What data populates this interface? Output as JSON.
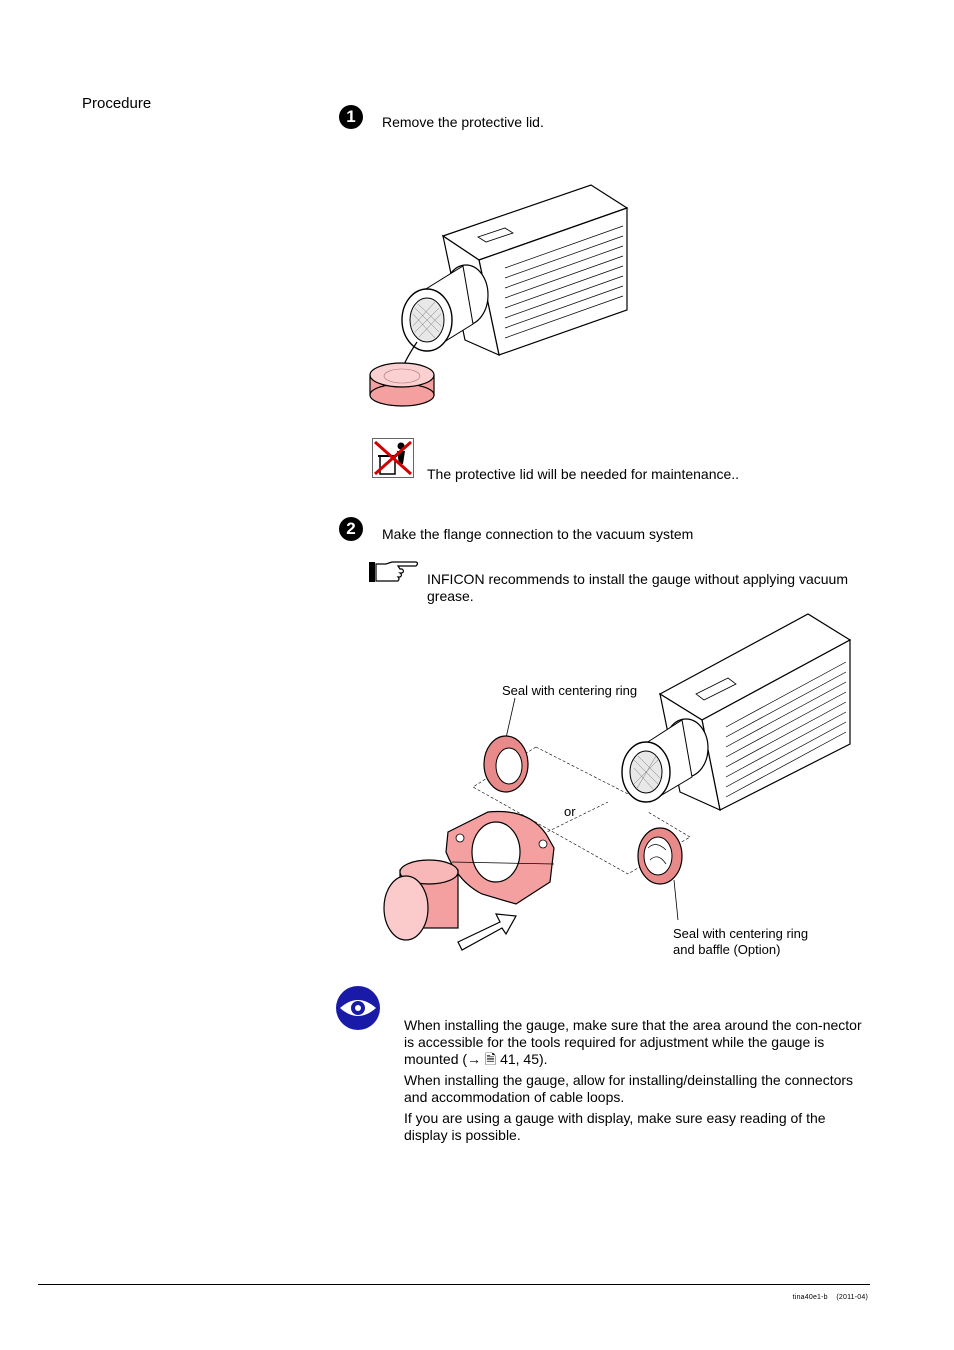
{
  "sidebar": {
    "heading": "Procedure"
  },
  "steps": [
    {
      "number": "1",
      "text": "Remove the protective lid."
    },
    {
      "number": "2",
      "text": "Make the flange connection to the vacuum system"
    }
  ],
  "notes": {
    "lid_note": "The protective lid will be needed for maintenance..",
    "grease_note": "INFICON recommends to install the gauge without applying vacuum grease."
  },
  "figure2": {
    "seal_label": "Seal with centering ring",
    "or_label": "or",
    "baffle_label_line1": "Seal with centering ring",
    "baffle_label_line2": "and baffle (Option)"
  },
  "caution": {
    "paragraphs": [
      "When installing the gauge, make sure that the area around the con-nector is accessible for the tools required for adjustment while the gauge is mounted (→ 🗎 41, 45).",
      "When installing the gauge, allow for installing/deinstalling the connectors and accommodation of cable loops.",
      "If you are using a gauge with display, make sure easy reading of the display is possible."
    ]
  },
  "footer": {
    "doc_id": "tina40e1-b",
    "date": "(2011-04)"
  },
  "colors": {
    "accent_pink": "#f5a0a0",
    "eye_blue": "#1a1aa8"
  }
}
